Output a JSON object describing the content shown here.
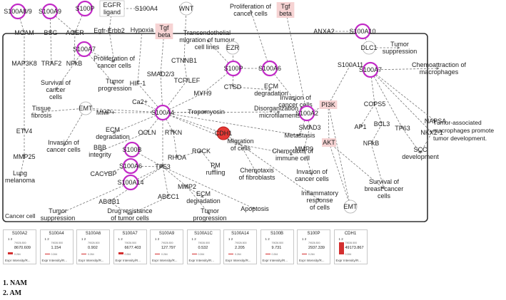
{
  "nodes": [
    {
      "id": "s100a8_9",
      "label": "S100A8/9",
      "shape": "ring"
    },
    {
      "id": "s100a9",
      "label": "S100A9",
      "shape": "ring"
    },
    {
      "id": "s100p_top",
      "label": "S100P",
      "shape": "ring"
    },
    {
      "id": "egfr",
      "label": "EGFR\nligand",
      "shape": "rect"
    },
    {
      "id": "s100a4_top",
      "label": "S100A4",
      "shape": "none"
    },
    {
      "id": "tgf1",
      "label": "Tgf\nbeta",
      "shape": "pink"
    },
    {
      "id": "wnt",
      "label": "WNT",
      "shape": "circle"
    },
    {
      "id": "prolif_top",
      "label": "Proliferation of\ncancer cells",
      "shape": "none"
    },
    {
      "id": "tgf2",
      "label": "Tgf\nbeta",
      "shape": "pink"
    },
    {
      "id": "anxa2",
      "label": "ANXA2",
      "shape": "none"
    },
    {
      "id": "s100a10",
      "label": "S100A10",
      "shape": "ring"
    },
    {
      "id": "mcam",
      "label": "MCAM",
      "shape": "none"
    },
    {
      "id": "bsg",
      "label": "BSG",
      "shape": "none"
    },
    {
      "id": "ager",
      "label": "AGER",
      "shape": "none"
    },
    {
      "id": "egfr_erbb2",
      "label": "Egfr-Erbb2",
      "shape": "none"
    },
    {
      "id": "hypoxia",
      "label": "Hypoxia",
      "shape": "none"
    },
    {
      "id": "transendo",
      "label": "Transendothelial\nmigration of tumour\ncell lines",
      "shape": "none"
    },
    {
      "id": "dlc1",
      "label": "DLC1",
      "shape": "circle"
    },
    {
      "id": "tumor_supp_r",
      "label": "Tumor\nsuppression",
      "shape": "none"
    },
    {
      "id": "map3k8",
      "label": "MAP3K8",
      "shape": "none"
    },
    {
      "id": "traf2",
      "label": "TRAF2",
      "shape": "none"
    },
    {
      "id": "nfkb1",
      "label": "NFkB",
      "shape": "none"
    },
    {
      "id": "s100a7a",
      "label": "S100A7",
      "shape": "ring"
    },
    {
      "id": "prolif2",
      "label": "Proliferation of\ncancer cells",
      "shape": "none"
    },
    {
      "id": "ezr",
      "label": "EZR",
      "shape": "circle"
    },
    {
      "id": "ctnnb1",
      "label": "CTNNB1",
      "shape": "none"
    },
    {
      "id": "s100a11",
      "label": "S100A11",
      "shape": "none"
    },
    {
      "id": "s100a7b",
      "label": "S100A7",
      "shape": "ring"
    },
    {
      "id": "chemoattr",
      "label": "Chemoattraction of\nmacrophages",
      "shape": "none"
    },
    {
      "id": "survival",
      "label": "Survival of\ncancer\ncells",
      "shape": "none"
    },
    {
      "id": "tumorprog1",
      "label": "Tumor\nprogression",
      "shape": "none"
    },
    {
      "id": "hif1",
      "label": "HIF-1",
      "shape": "none"
    },
    {
      "id": "smad23",
      "label": "SMAD2/3",
      "shape": "none"
    },
    {
      "id": "tcflef",
      "label": "TCF/LEF",
      "shape": "none"
    },
    {
      "id": "s100p_mid",
      "label": "S100P",
      "shape": "ring"
    },
    {
      "id": "s100a6_top",
      "label": "S100A6",
      "shape": "ring"
    },
    {
      "id": "myh9",
      "label": "MYH9",
      "shape": "none"
    },
    {
      "id": "ctsd",
      "label": "CTSD",
      "shape": "none"
    },
    {
      "id": "ecm_deg1",
      "label": "ECM\ndegradation",
      "shape": "none"
    },
    {
      "id": "invasion1",
      "label": "Invasion of\ncancer cells",
      "shape": "none"
    },
    {
      "id": "pi3k",
      "label": "PI3K",
      "shape": "pink"
    },
    {
      "id": "cops5",
      "label": "COPS5",
      "shape": "none"
    },
    {
      "id": "napsa",
      "label": "NAPSA",
      "shape": "none"
    },
    {
      "id": "emt1",
      "label": "EMT",
      "shape": "circle"
    },
    {
      "id": "mmp_plus",
      "label": "MMP+",
      "shape": "none"
    },
    {
      "id": "ca2",
      "label": "Ca2+",
      "shape": "none"
    },
    {
      "id": "tropomyosin",
      "label": "Tropomyosin",
      "shape": "none"
    },
    {
      "id": "disorg",
      "label": "Disorganization of\nmicrofilaments",
      "shape": "none"
    },
    {
      "id": "s100a2",
      "label": "S100A2",
      "shape": "ring"
    },
    {
      "id": "tissue_fib",
      "label": "Tissue\nfibrosis",
      "shape": "none"
    },
    {
      "id": "s100a4_mid",
      "label": "S100A4",
      "shape": "ring"
    },
    {
      "id": "cdh1",
      "label": "CDH1",
      "shape": "red"
    },
    {
      "id": "metastasis",
      "label": "Metastasis",
      "shape": "none"
    },
    {
      "id": "smad3",
      "label": "SMAD3",
      "shape": "none"
    },
    {
      "id": "ap1",
      "label": "AP1",
      "shape": "none"
    },
    {
      "id": "bcl3",
      "label": "BCL3",
      "shape": "none"
    },
    {
      "id": "tp63",
      "label": "TP63",
      "shape": "none"
    },
    {
      "id": "nkx21",
      "label": "NKX2-1",
      "shape": "none"
    },
    {
      "id": "ecm_deg2",
      "label": "ECM\ndegradation",
      "shape": "none"
    },
    {
      "id": "etv4",
      "label": "ETV4",
      "shape": "none"
    },
    {
      "id": "invasion2",
      "label": "Invasion of\ncancer cells",
      "shape": "none"
    },
    {
      "id": "ocln",
      "label": "OCLN",
      "shape": "none"
    },
    {
      "id": "rtkn",
      "label": "RTKN",
      "shape": "none"
    },
    {
      "id": "migration",
      "label": "Migration\nof cells",
      "shape": "none"
    },
    {
      "id": "chemotaxis_ic",
      "label": "Chemotaxis of\nimmune cell",
      "shape": "none"
    },
    {
      "id": "mmp9",
      "label": "MMP9",
      "shape": "none"
    },
    {
      "id": "akt",
      "label": "AKT",
      "shape": "pink"
    },
    {
      "id": "nfkb2",
      "label": "NFkB",
      "shape": "none"
    },
    {
      "id": "scc",
      "label": "SCC\ndevelopment",
      "shape": "none"
    },
    {
      "id": "bbb",
      "label": "BBB\nintegrity",
      "shape": "none"
    },
    {
      "id": "s100b",
      "label": "S100B",
      "shape": "ring"
    },
    {
      "id": "rock",
      "label": "ROCK",
      "shape": "none"
    },
    {
      "id": "rhoa",
      "label": "RHOA",
      "shape": "none"
    },
    {
      "id": "mmp25",
      "label": "MMP25",
      "shape": "none"
    },
    {
      "id": "pm_ruffling",
      "label": "PM\nruffling",
      "shape": "none"
    },
    {
      "id": "chemotaxis_fib",
      "label": "Chemotaxis\nof fibroblasts",
      "shape": "none"
    },
    {
      "id": "invasion3",
      "label": "Invasion of\ncancer cells",
      "shape": "none"
    },
    {
      "id": "cacybp",
      "label": "CACYBP",
      "shape": "none"
    },
    {
      "id": "s100a6_mid",
      "label": "S100A6",
      "shape": "ring"
    },
    {
      "id": "tp53",
      "label": "TP53",
      "shape": "none"
    },
    {
      "id": "survival_breast",
      "label": "Survival of\nbreast cancer\ncells",
      "shape": "none"
    },
    {
      "id": "lung_mel",
      "label": "Lung\nmelanoma",
      "shape": "none"
    },
    {
      "id": "s100a14",
      "label": "S100A14",
      "shape": "ring"
    },
    {
      "id": "mmp2",
      "label": "MMP2",
      "shape": "none"
    },
    {
      "id": "inflammatory",
      "label": "Inflammatory\nresponse\nof cells",
      "shape": "none"
    },
    {
      "id": "abcc1",
      "label": "ABCC1",
      "shape": "none"
    },
    {
      "id": "ecm_deg3",
      "label": "ECM\ndegradation",
      "shape": "none"
    },
    {
      "id": "emt2",
      "label": "EMT",
      "shape": "circle"
    },
    {
      "id": "abcb1",
      "label": "ABCB1",
      "shape": "none"
    },
    {
      "id": "tumor_supp_b",
      "label": "Tumor\nsuppression",
      "shape": "none"
    },
    {
      "id": "drug_res",
      "label": "Drug resistance\nof tumor cells",
      "shape": "none"
    },
    {
      "id": "tumorprog2",
      "label": "Tumor\nprogression",
      "shape": "none"
    },
    {
      "id": "apoptosis",
      "label": "Apoptosis",
      "shape": "none"
    }
  ],
  "cancer_cell_label": "Cancer cell",
  "side_note": "Tumor-associated\nmacrophages promote\ntumor development.",
  "expr_panels": [
    {
      "title": "S100A2",
      "value": "8670.609",
      "max": "79026.500",
      "min": "0.264",
      "height": 0.11
    },
    {
      "title": "S100A4",
      "value": "1.154",
      "max": "79026.500",
      "min": "0.264",
      "height": 0.02
    },
    {
      "title": "S100A6",
      "value": "0.902",
      "max": "79026.500",
      "min": "0.264",
      "height": 0.02
    },
    {
      "title": "S100A7",
      "value": "6677.403",
      "max": "79026.500",
      "min": "0.264",
      "height": 0.09
    },
    {
      "title": "S100A9",
      "value": "127.797",
      "max": "79026.500",
      "min": "0.264",
      "height": 0.03
    },
    {
      "title": "S100A1C",
      "value": "0.532",
      "max": "79026.500",
      "min": "0.264",
      "height": 0.02
    },
    {
      "title": "S100A14",
      "value": "2.205",
      "max": "79026.500",
      "min": "0.264",
      "height": 0.02
    },
    {
      "title": "S100B",
      "value": "9.731",
      "max": "79026.500",
      "min": "0.264",
      "height": 0.02
    },
    {
      "title": "S100P",
      "value": "2937.339",
      "max": "79026.500",
      "min": "0.264",
      "height": 0.05
    },
    {
      "title": "CDH1",
      "value": "49173.867",
      "max": "79026.500",
      "min": "0.264",
      "height": 0.62
    }
  ],
  "panel_axis": "1  2",
  "panel_footer": "Expr Intensity/R...",
  "legend": [
    "1. NAM",
    "2. AM"
  ],
  "colors": {
    "ring": "#c22ac7",
    "red": "#e53935",
    "pink": "#f6d3d3",
    "edge": "#777777",
    "frame": "#333333",
    "bar": "#d32f2f"
  }
}
